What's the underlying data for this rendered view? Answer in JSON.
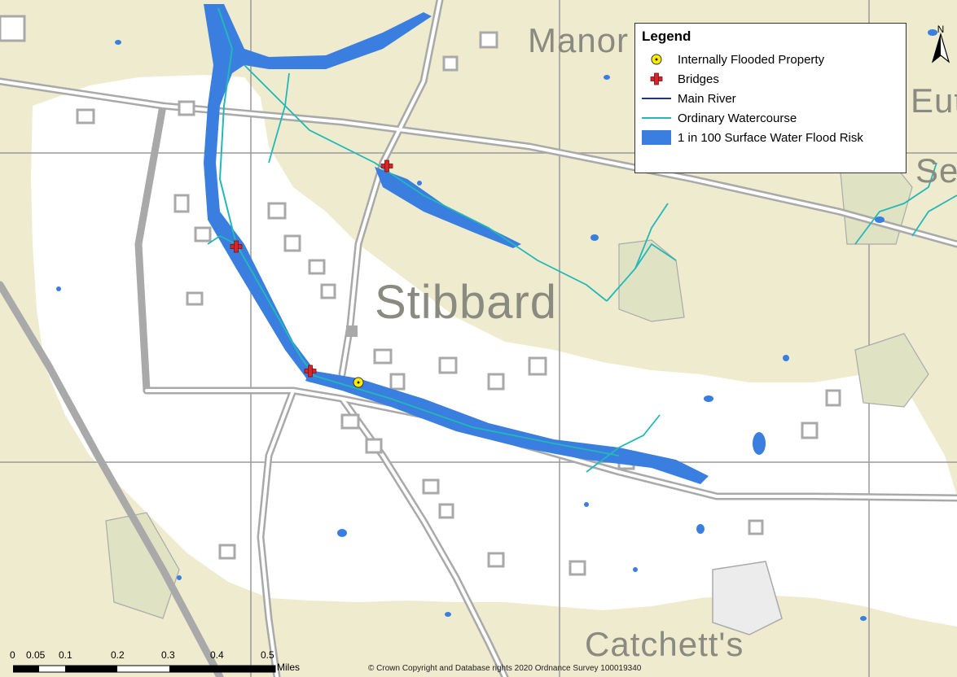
{
  "map": {
    "place_labels": [
      "Manor",
      "Stibbard",
      "Catchett's",
      "Eut",
      "Se"
    ],
    "colors": {
      "land": "#eeebcf",
      "settlement": "#ffffff",
      "roads": "#a9a9a9",
      "main_river": "#1f3a7a",
      "ordinary_watercourse": "#23b8b8",
      "flood_risk": "#3a7fe0",
      "bridge": "#d8242b",
      "property": "#ffee00"
    }
  },
  "legend": {
    "title": "Legend",
    "items": [
      {
        "label": "Internally Flooded Property",
        "icon": "flooded-property-icon"
      },
      {
        "label": "Bridges",
        "icon": "bridge-cross-icon"
      },
      {
        "label": "Main River",
        "icon": "main-river-line-icon"
      },
      {
        "label": "Ordinary Watercourse",
        "icon": "ordinary-watercourse-line-icon"
      },
      {
        "label": "1 in 100 Surface Water Flood Risk",
        "icon": "flood-risk-patch-icon"
      }
    ]
  },
  "north_arrow": {
    "label": "N"
  },
  "scale_bar": {
    "ticks": [
      "0",
      "0.05",
      "0.1",
      "0.2",
      "0.3",
      "0.4",
      "0.5"
    ],
    "unit": "Miles"
  },
  "copyright": "© Crown Copyright and Database rights 2020 Ordnance Survey 100019340"
}
